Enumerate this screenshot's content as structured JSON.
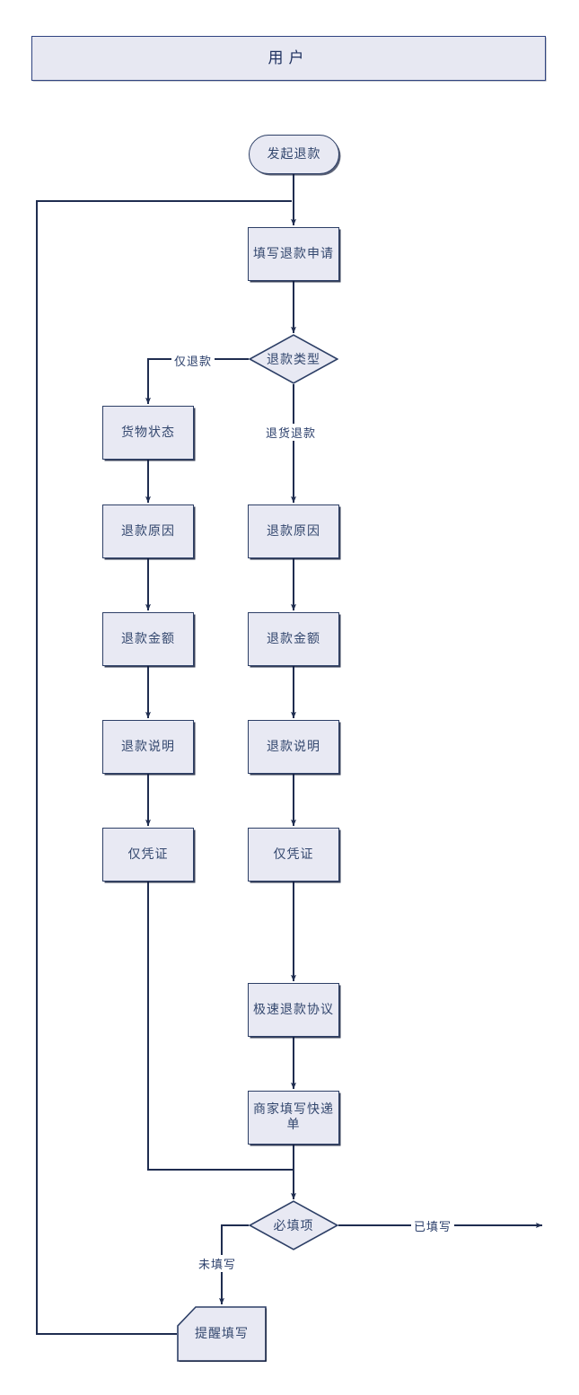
{
  "diagram": {
    "title": "用户",
    "type": "flowchart",
    "orientation": "top-to-bottom",
    "lane": {
      "label": "用户"
    },
    "colors": {
      "node_fill": "#e8e9f3",
      "node_border": "#2d3f66",
      "lane_fill": "#e7e8f2",
      "lane_border": "#2f4380",
      "text": "#33476e",
      "edge": "#1f2d50",
      "background": "#ffffff"
    },
    "nodes": [
      {
        "id": "start",
        "label": "发起退款",
        "shape": "stadium"
      },
      {
        "id": "apply",
        "label": "填写退款申请",
        "shape": "rect"
      },
      {
        "id": "type",
        "label": "退款类型",
        "shape": "diamond"
      },
      {
        "id": "goods",
        "label": "货物状态",
        "shape": "rect"
      },
      {
        "id": "reason_l",
        "label": "退款原因",
        "shape": "rect"
      },
      {
        "id": "amount_l",
        "label": "退款金额",
        "shape": "rect"
      },
      {
        "id": "desc_l",
        "label": "退款说明",
        "shape": "rect"
      },
      {
        "id": "proof_l",
        "label": "仅凭证",
        "shape": "rect"
      },
      {
        "id": "reason_r",
        "label": "退款原因",
        "shape": "rect"
      },
      {
        "id": "amount_r",
        "label": "退款金额",
        "shape": "rect"
      },
      {
        "id": "desc_r",
        "label": "退款说明",
        "shape": "rect"
      },
      {
        "id": "proof_r",
        "label": "仅凭证",
        "shape": "rect"
      },
      {
        "id": "agreement",
        "label": "极速退款协议",
        "shape": "rect"
      },
      {
        "id": "express",
        "label": "商家填写快递单",
        "shape": "rect"
      },
      {
        "id": "required",
        "label": "必填项",
        "shape": "diamond"
      },
      {
        "id": "remind",
        "label": "提醒填写",
        "shape": "chamfer-rect"
      }
    ],
    "edge_labels": [
      {
        "id": "only-refund",
        "label": "仅退款"
      },
      {
        "id": "return-refund",
        "label": "退货退款"
      },
      {
        "id": "filled",
        "label": "已填写"
      },
      {
        "id": "not-filled",
        "label": "未填写"
      }
    ]
  }
}
